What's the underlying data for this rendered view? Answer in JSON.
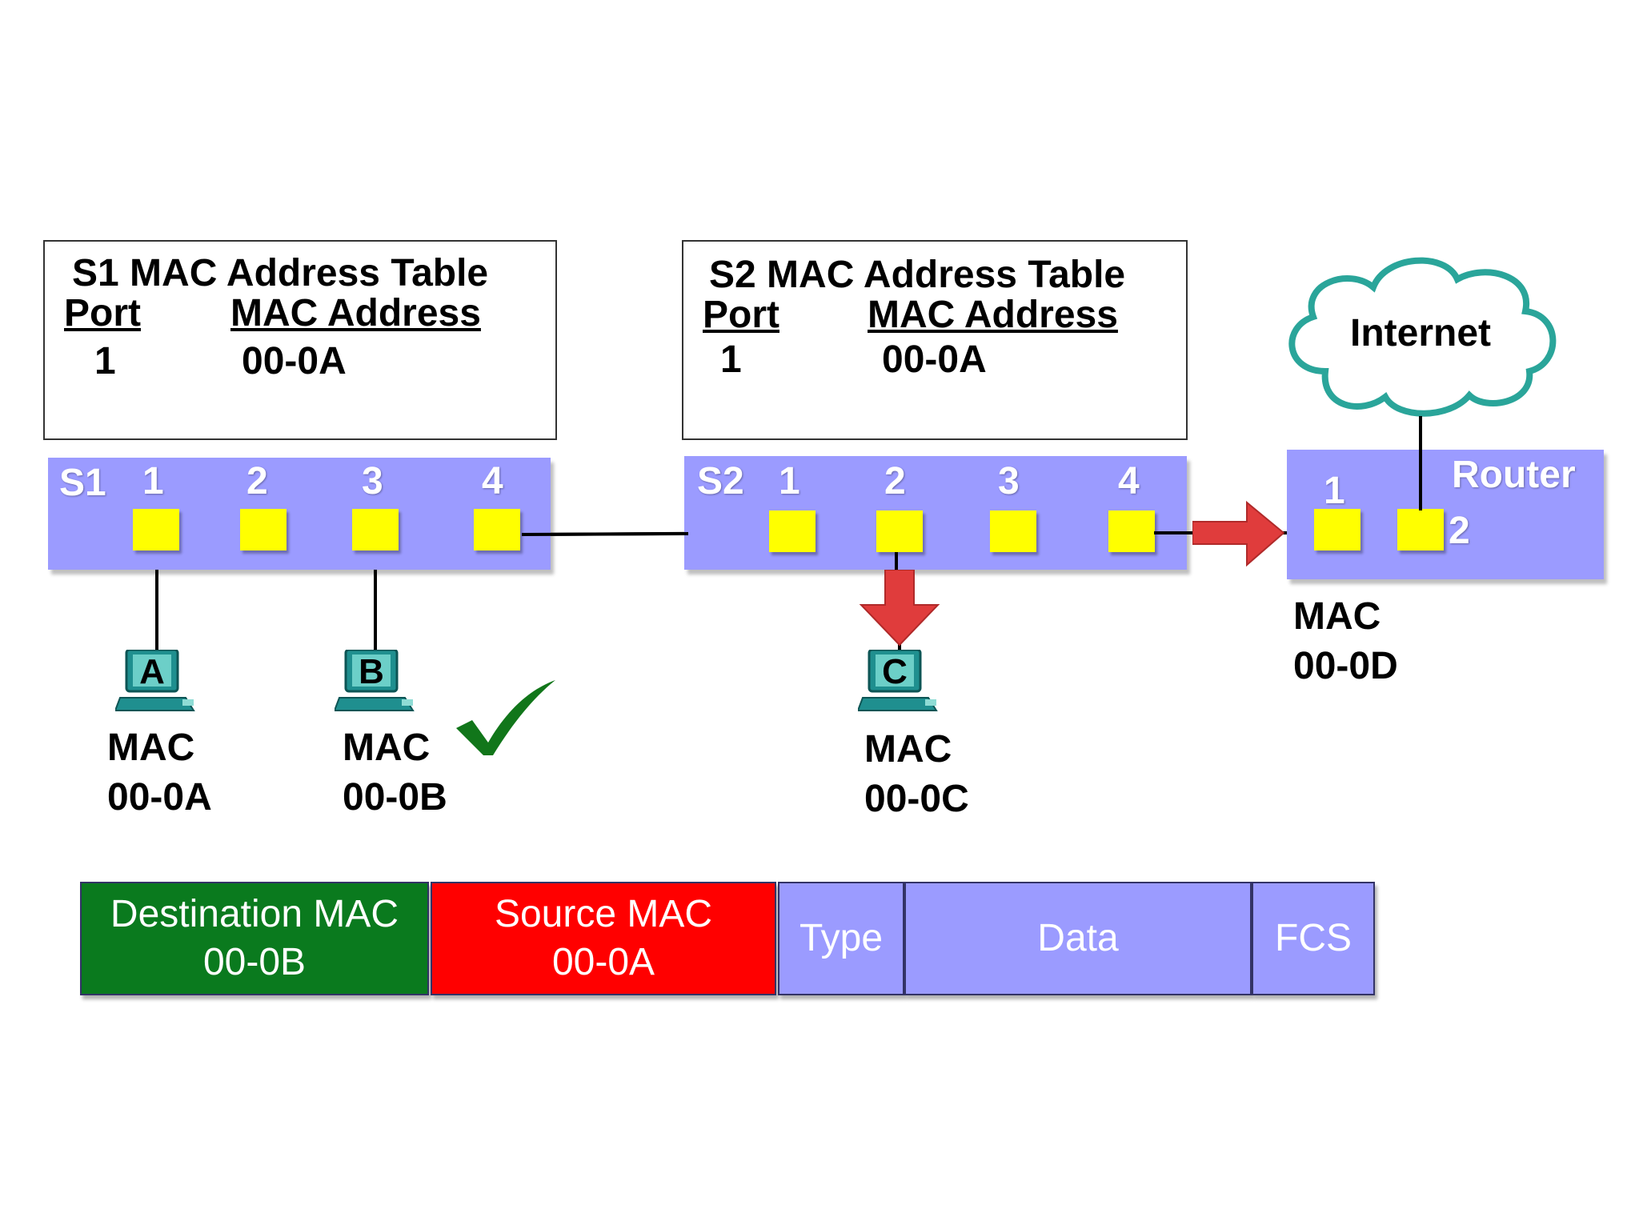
{
  "s1_table": {
    "title": "S1 MAC Address Table",
    "col_port": "Port",
    "col_mac": "MAC Address",
    "rows": [
      {
        "port": "1",
        "mac": "00-0A"
      }
    ]
  },
  "s2_table": {
    "title": "S2 MAC Address Table",
    "col_port": "Port",
    "col_mac": "MAC Address",
    "rows": [
      {
        "port": "1",
        "mac": "00-0A"
      }
    ]
  },
  "s1": {
    "name": "S1",
    "ports": [
      "1",
      "2",
      "3",
      "4"
    ]
  },
  "s2": {
    "name": "S2",
    "ports": [
      "1",
      "2",
      "3",
      "4"
    ]
  },
  "router": {
    "name": "Router",
    "ports": [
      "1",
      "2"
    ],
    "mac_label": "MAC",
    "mac": "00-0D"
  },
  "cloud": {
    "label": "Internet"
  },
  "hosts": [
    {
      "letter": "A",
      "mac_label": "MAC",
      "mac": "00-0A"
    },
    {
      "letter": "B",
      "mac_label": "MAC",
      "mac": "00-0B"
    },
    {
      "letter": "C",
      "mac_label": "MAC",
      "mac": "00-0C"
    }
  ],
  "frame": {
    "dest_label": "Destination MAC",
    "dest_value": "00-0B",
    "src_label": "Source MAC",
    "src_value": "00-0A",
    "type": "Type",
    "data": "Data",
    "fcs": "FCS"
  },
  "colors": {
    "switch_fill": "#9b9bff",
    "port_fill": "#ffff00",
    "dest_fill": "#0a7a1e",
    "src_fill": "#ff0000",
    "flood_arrow": "#e03c3c",
    "checkmark": "#11761a",
    "cloud_stroke": "#2aa59a"
  },
  "icons": {
    "checkmark": "checkmark-icon",
    "pc": "pc-icon",
    "cloud": "cloud-icon",
    "arrow": "arrow-icon"
  }
}
